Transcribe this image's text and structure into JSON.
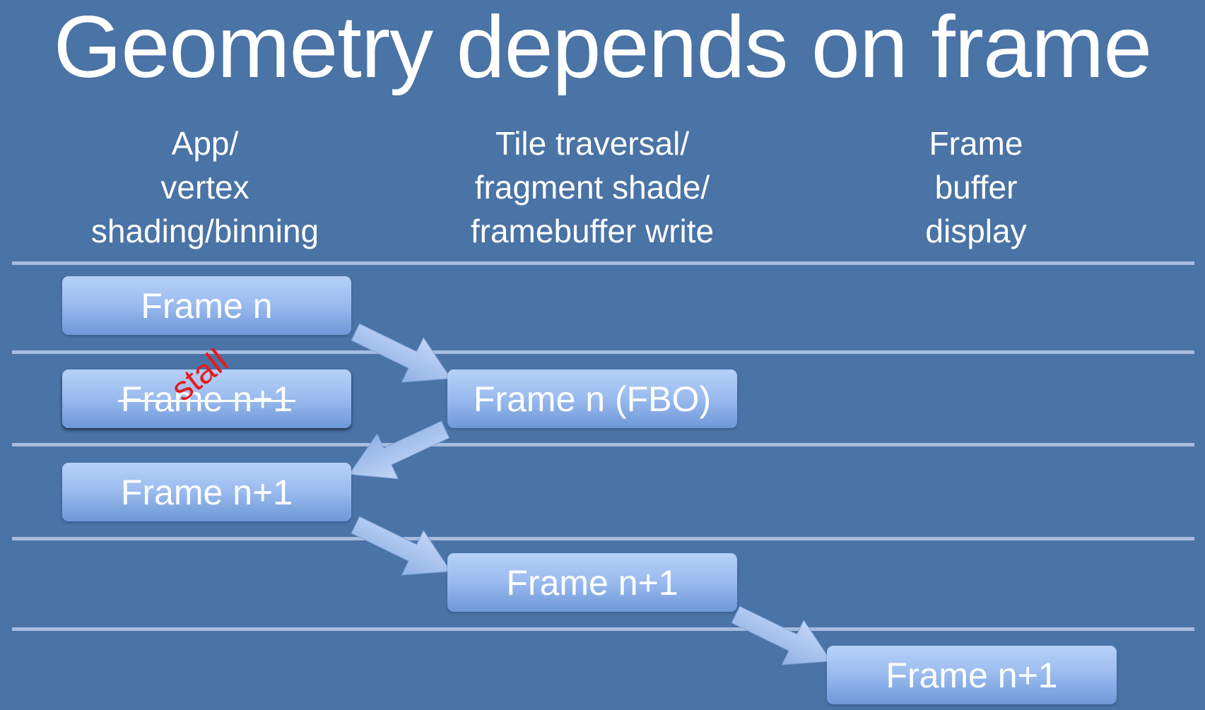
{
  "title": "Geometry depends on frame",
  "columns": [
    {
      "lines": [
        "App/",
        "vertex",
        "shading/binning"
      ]
    },
    {
      "lines": [
        "Tile traversal/",
        "fragment shade/",
        "framebuffer write"
      ]
    },
    {
      "lines": [
        "Frame",
        "buffer",
        "display"
      ]
    }
  ],
  "boxes": {
    "frame_n": "Frame n",
    "frame_n1_struck": "Frame n+1",
    "stall": "stall",
    "frame_n_fbo": "Frame n (FBO)",
    "frame_n1_app": "Frame n+1",
    "frame_n1_tile": "Frame n+1",
    "frame_n1_display": "Frame n+1"
  },
  "colors": {
    "background": "#4a73a6",
    "stall": "#e51c1c",
    "divider": "#a7bce0"
  }
}
